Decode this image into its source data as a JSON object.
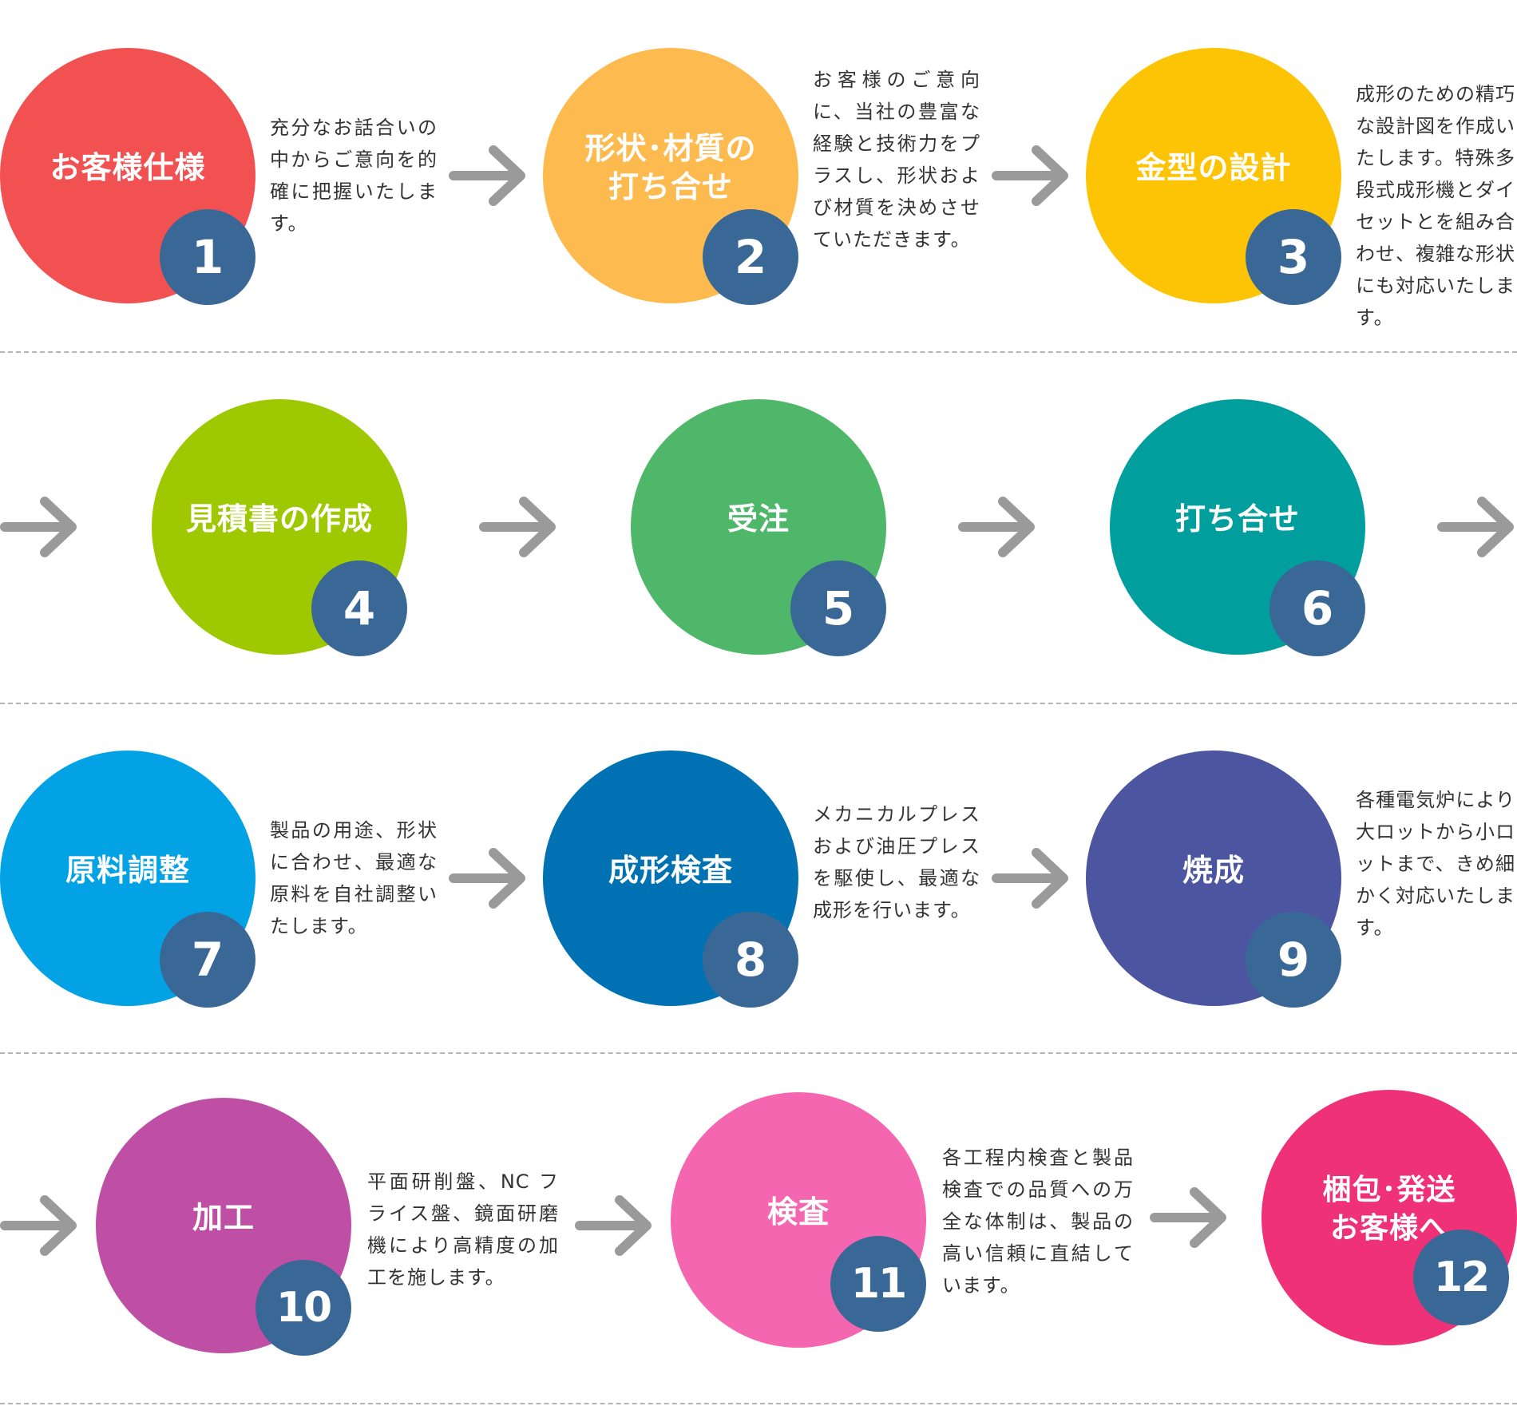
{
  "steps": [
    {
      "number": "1",
      "title": "お客様仕様",
      "color": "#f25152",
      "description": "充分なお話合いの中からご意向を的確に把握いたします。"
    },
    {
      "number": "2",
      "title": "形状･材質の\n打ち合せ",
      "color": "#fcba4f",
      "description": "お客様のご意向に、当社の豊富な経験と技術力をプラスし、形状および材質を決めさせていただきます。"
    },
    {
      "number": "3",
      "title": "金型の設計",
      "color": "#fdc405",
      "description": "成形のための精巧な設計図を作成いたします。特殊多段式成形機とダイセットとを組み合わせ、複雑な形状にも対応いたします。"
    },
    {
      "number": "4",
      "title": "見積書の作成",
      "color": "#9ec800",
      "description": ""
    },
    {
      "number": "5",
      "title": "受注",
      "color": "#4fb769",
      "description": ""
    },
    {
      "number": "6",
      "title": "打ち合せ",
      "color": "#009e9d",
      "description": ""
    },
    {
      "number": "7",
      "title": "原料調整",
      "color": "#02a2e5",
      "description": "製品の用途、形状に合わせ、最適な原料を自社調整いたします。"
    },
    {
      "number": "8",
      "title": "成形検査",
      "color": "#0072b4",
      "description": "メカニカルプレスおよび油圧プレスを駆使し、最適な成形を行います。"
    },
    {
      "number": "9",
      "title": "焼成",
      "color": "#4c559f",
      "description": "各種電気炉により大ロットから小ロットまで、きめ細かく対応いたします。"
    },
    {
      "number": "10",
      "title": "加工",
      "color": "#bf4fa5",
      "description": "平面研削盤、NC フライス盤、鏡面研磨機により高精度の加工を施します。"
    },
    {
      "number": "11",
      "title": "検査",
      "color": "#f466b0",
      "description": "各工程内検査と製品検査での品質への万全な体制は、製品の高い信頼に直結しています。"
    },
    {
      "number": "12",
      "title": "梱包･発送\nお客様へ",
      "color": "#ef3278",
      "description": ""
    }
  ],
  "colors": {
    "number_badge": "#3a6896",
    "arrow": "#9a9a9a",
    "divider": "#b4b4b4"
  },
  "icons": {
    "arrow": "arrow-right-icon"
  }
}
